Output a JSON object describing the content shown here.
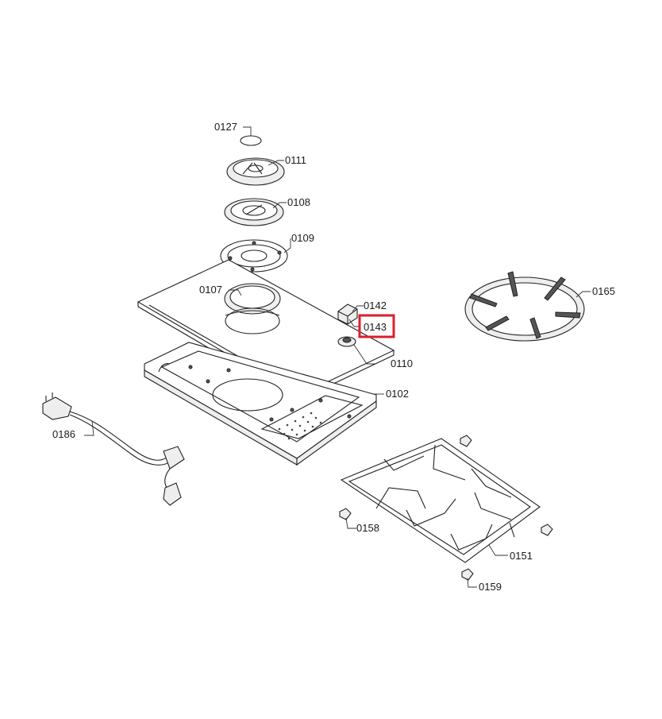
{
  "highlight_color": "#d9202a",
  "labels": {
    "p0127": "0127",
    "p0111": "0111",
    "p0108": "0108",
    "p0109": "0109",
    "p0107": "0107",
    "p0142": "0142",
    "p0143": "0143",
    "p0110": "0110",
    "p0102": "0102",
    "p0165": "0165",
    "p0186": "0186",
    "p0158": "0158",
    "p0151": "0151",
    "p0159": "0159"
  }
}
